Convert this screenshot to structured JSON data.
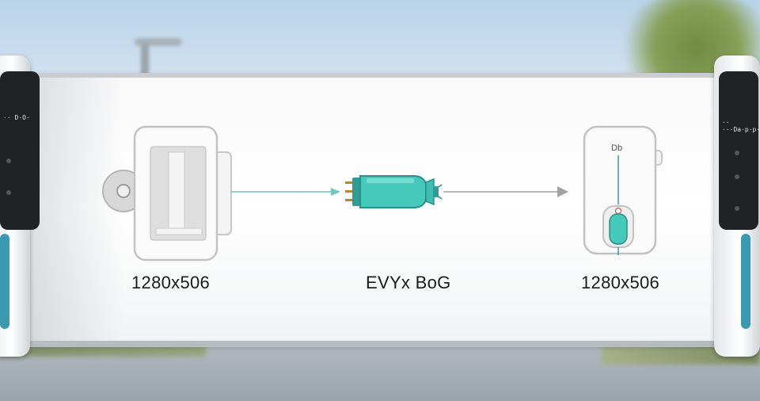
{
  "left_label": "1280x506",
  "center_label": "EVYx BoG",
  "right_label": "1280x506",
  "left_charger_text": "·· D·O·",
  "right_charger_text": "·· ···Da·p·p·",
  "right_device_text": "Db",
  "colors": {
    "accent": "#3cbfb2",
    "outline": "#c2c2c2",
    "arrow": "#9a9a9a"
  }
}
